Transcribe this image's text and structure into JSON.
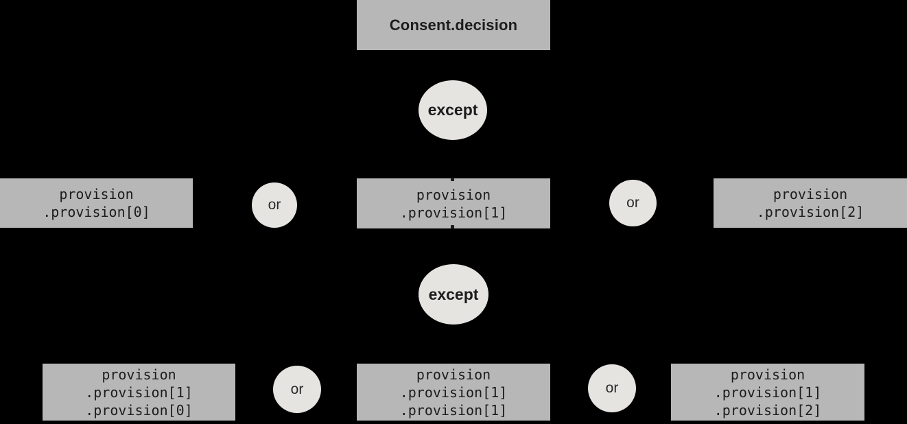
{
  "diagram": {
    "colors": {
      "background": "#000000",
      "box_fill": "#b7b7b7",
      "circle_fill": "#e6e4e1",
      "text": "#1c1c1c"
    },
    "root": {
      "label": "Consent.decision"
    },
    "except_top": {
      "label": "except"
    },
    "except_bottom": {
      "label": "except"
    },
    "level1": {
      "boxes": [
        {
          "lines": [
            "provision",
            ".provision[0]"
          ]
        },
        {
          "lines": [
            "provision",
            ".provision[1]"
          ]
        },
        {
          "lines": [
            "provision",
            ".provision[2]"
          ]
        }
      ],
      "or_separators": [
        "or",
        "or"
      ]
    },
    "level2": {
      "boxes": [
        {
          "lines": [
            "provision",
            ".provision[1]",
            ".provision[0]"
          ]
        },
        {
          "lines": [
            "provision",
            ".provision[1]",
            ".provision[1]"
          ]
        },
        {
          "lines": [
            "provision",
            ".provision[1]",
            ".provision[2]"
          ]
        }
      ],
      "or_separators": [
        "or",
        "or"
      ]
    }
  }
}
